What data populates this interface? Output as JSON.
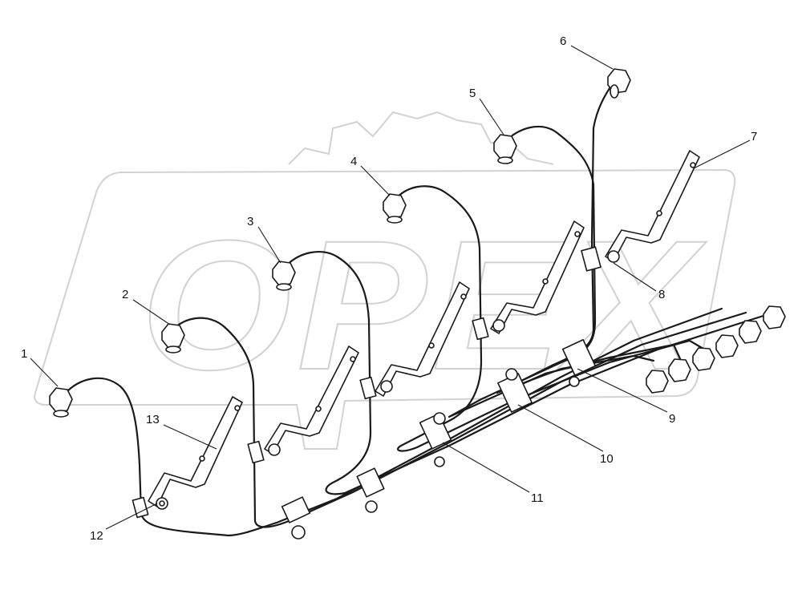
{
  "diagram": {
    "watermark": "OPEX",
    "callouts": [
      {
        "id": "callout-1",
        "label": "1"
      },
      {
        "id": "callout-2",
        "label": "2"
      },
      {
        "id": "callout-3",
        "label": "3"
      },
      {
        "id": "callout-4",
        "label": "4"
      },
      {
        "id": "callout-5",
        "label": "5"
      },
      {
        "id": "callout-6",
        "label": "6"
      },
      {
        "id": "callout-7",
        "label": "7"
      },
      {
        "id": "callout-8",
        "label": "8"
      },
      {
        "id": "callout-9",
        "label": "9"
      },
      {
        "id": "callout-10",
        "label": "10"
      },
      {
        "id": "callout-11",
        "label": "11"
      },
      {
        "id": "callout-12",
        "label": "12"
      },
      {
        "id": "callout-13",
        "label": "13"
      }
    ]
  }
}
